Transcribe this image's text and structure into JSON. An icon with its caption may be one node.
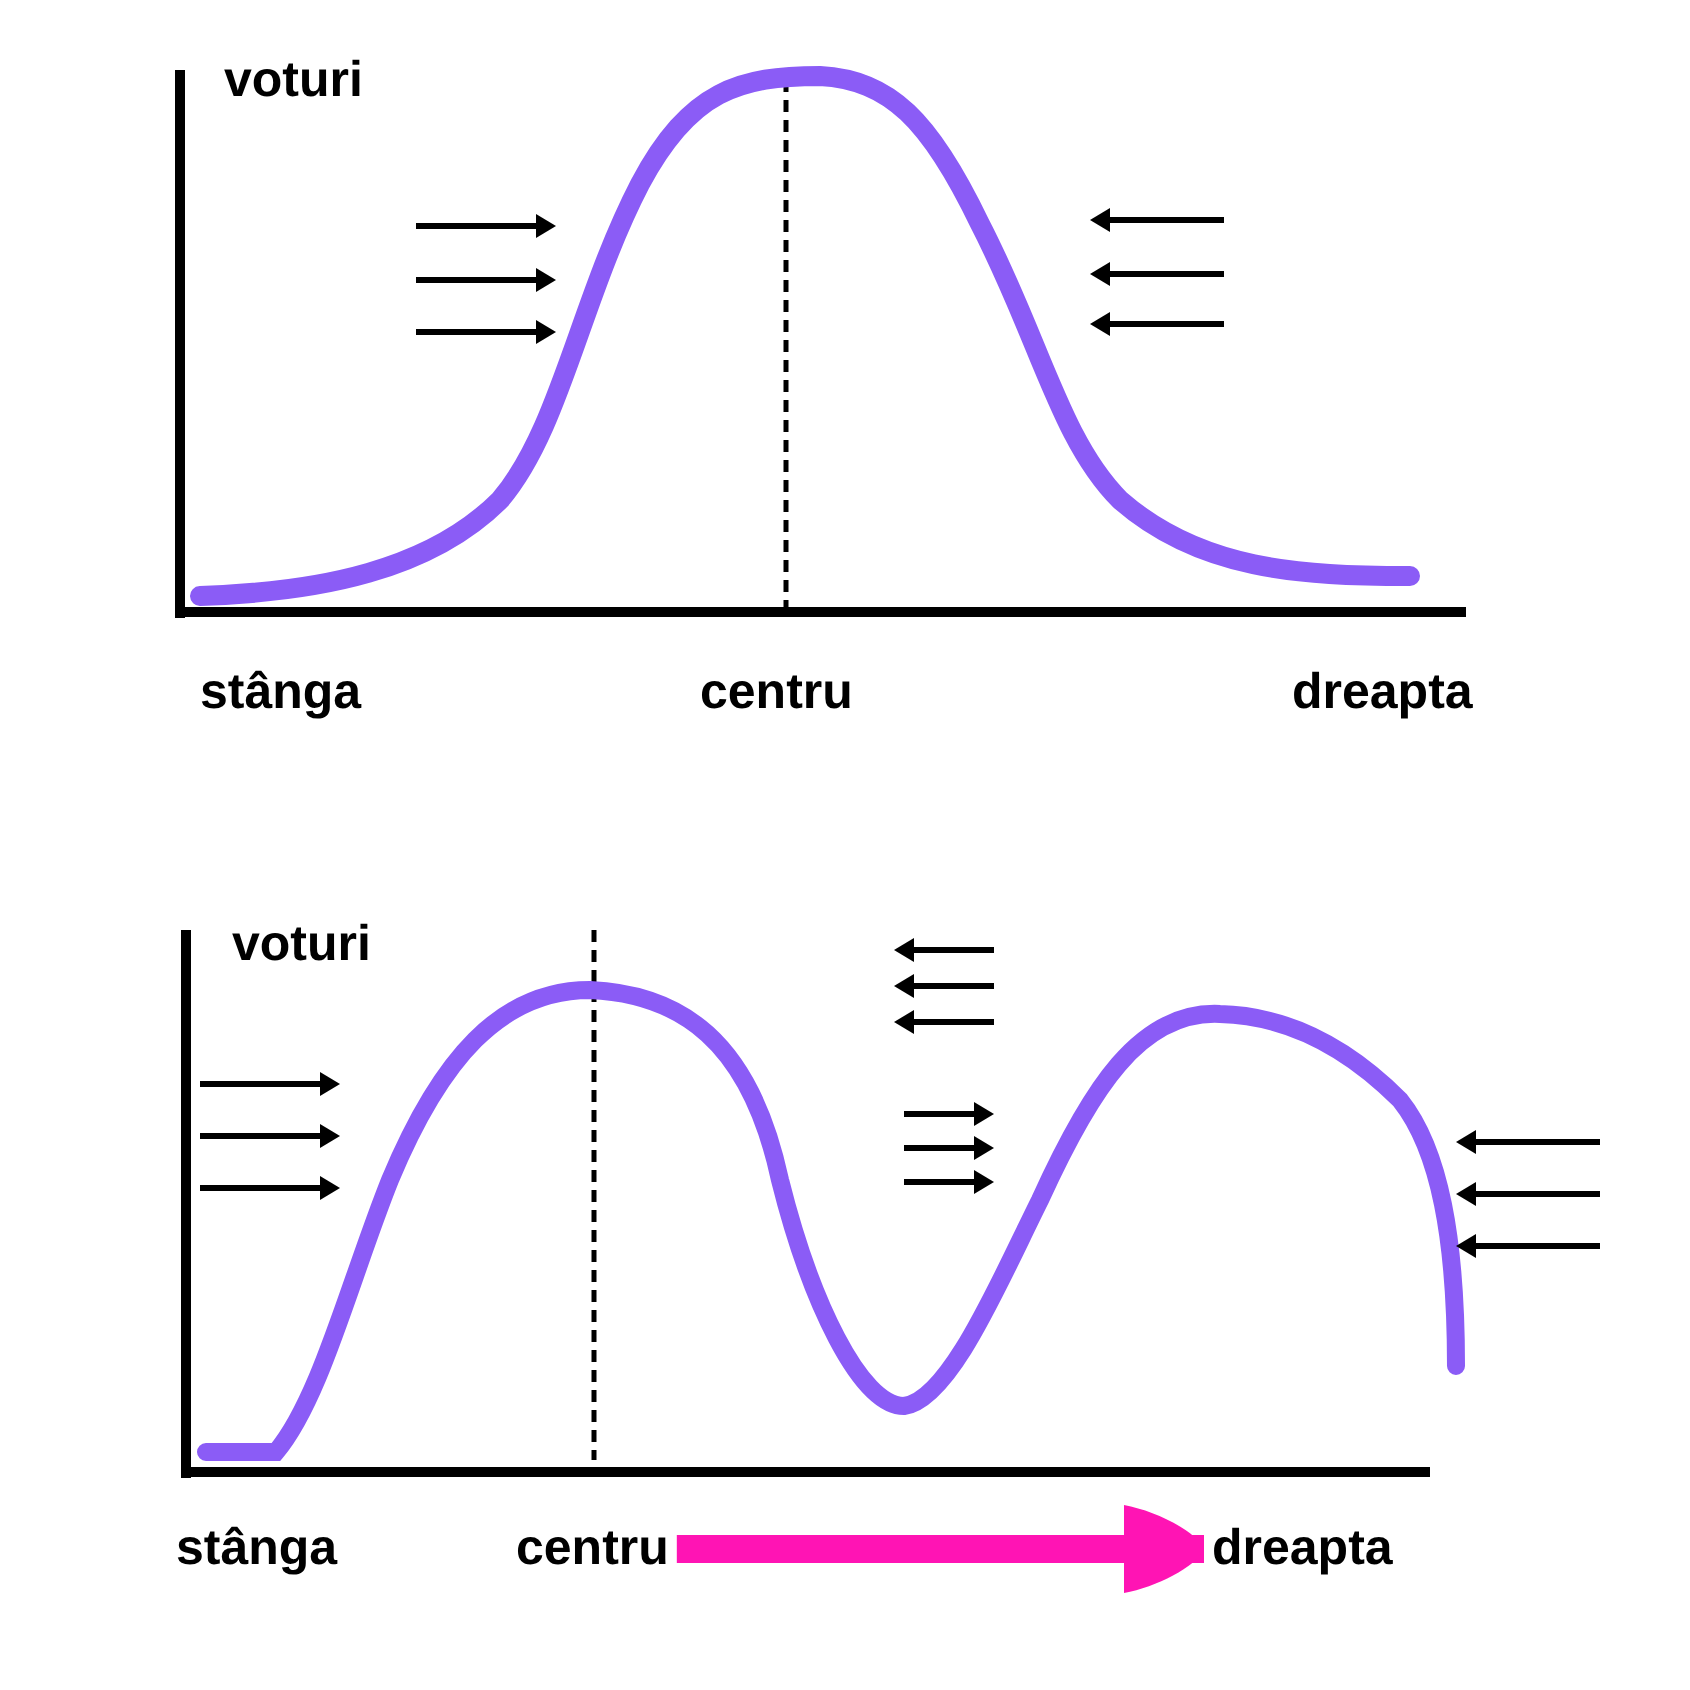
{
  "diagram": {
    "nodes": [
      {
        "text": [
          "centru"
        ]
      },
      {
        "text": [
          "dreapta"
        ]
      }
    ],
    "edges": [
      {
        "from": 0,
        "to": 1,
        "arrow": "to",
        "color": "#ff14b4"
      }
    ],
    "labels": [
      "voturi",
      "stânga",
      "centru",
      "dreapta",
      "voturi",
      "stânga"
    ]
  }
}
